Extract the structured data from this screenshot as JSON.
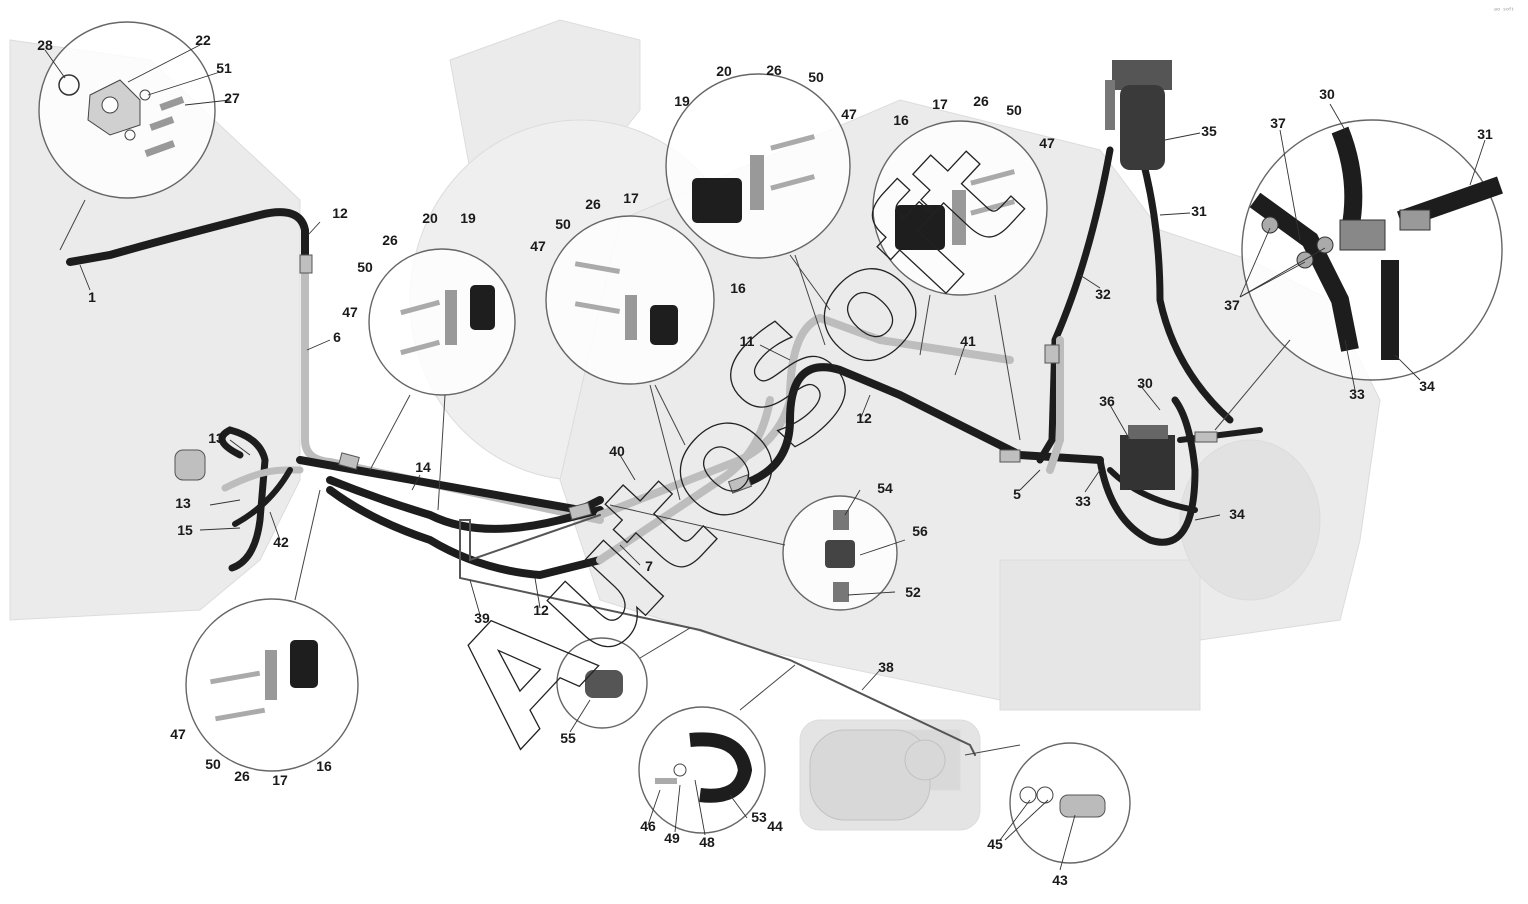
{
  "watermark": "AutoSoft",
  "corner_mark": "ᵃᵒ ˢᵒᶠᵗ",
  "labels": {
    "l1": "1",
    "l5": "5",
    "l6": "6",
    "l7": "7",
    "l11": "11",
    "l12a": "12",
    "l12b": "12",
    "l12c": "12",
    "l13a": "13",
    "l13b": "13",
    "l14": "14",
    "l15": "15",
    "l16a": "16",
    "l16b": "16",
    "l16c": "16",
    "l17a": "17",
    "l17b": "17",
    "l17c": "17",
    "l19a": "19",
    "l19b": "19",
    "l20a": "20",
    "l20b": "20",
    "l22": "22",
    "l26a": "26",
    "l26b": "26",
    "l26c": "26",
    "l26d": "26",
    "l26e": "26",
    "l27": "27",
    "l28": "28",
    "l30a": "30",
    "l30b": "30",
    "l31a": "31",
    "l31b": "31",
    "l32": "32",
    "l33a": "33",
    "l33b": "33",
    "l34a": "34",
    "l34b": "34",
    "l35": "35",
    "l36": "36",
    "l37a": "37",
    "l37b": "37",
    "l38": "38",
    "l39": "39",
    "l40": "40",
    "l41": "41",
    "l42": "42",
    "l43": "43",
    "l44": "44",
    "l45": "45",
    "l46": "46",
    "l47a": "47",
    "l47b": "47",
    "l47c": "47",
    "l47d": "47",
    "l47e": "47",
    "l48": "48",
    "l49": "49",
    "l50a": "50",
    "l50b": "50",
    "l50c": "50",
    "l50d": "50",
    "l50e": "50",
    "l51": "51",
    "l52": "52",
    "l53": "53",
    "l54": "54",
    "l55": "55",
    "l56": "56"
  }
}
